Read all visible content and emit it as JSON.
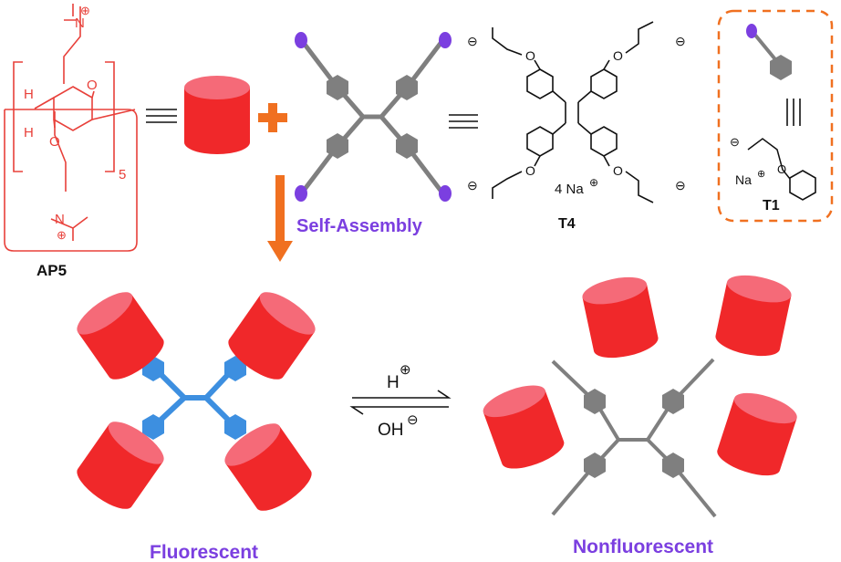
{
  "molecules": {
    "host_label": "AP5",
    "guest_label": "T4",
    "model_label": "T1",
    "host_repeat": "5",
    "host_atoms": {
      "h1": "H",
      "h2": "H",
      "o1": "O",
      "o2": "O",
      "n_top": "N",
      "n_bottom": "N",
      "charge_top": "⊕",
      "charge_bottom": "⊕"
    },
    "t4_counterion": "4 Na",
    "t4_counterion_charge": "⊕",
    "t4_oxygen": "O",
    "t4_carboxylate_charge": "⊖",
    "t1_counterion": "Na",
    "t1_counterion_charge": "⊕",
    "t1_oxygen": "O",
    "t1_carboxylate_charge": "⊖"
  },
  "steps": {
    "self_assembly": "Self-Assembly",
    "acid": "H",
    "acid_charge": "⊕",
    "base": "OH",
    "base_charge": "⊖"
  },
  "states": {
    "left": "Fluorescent",
    "right": "Nonfluorescent"
  },
  "colors": {
    "host_red": "#f0282a",
    "host_top": "#f56a78",
    "structure_red": "#e8403a",
    "tpe_gray": "#7f7f7f",
    "tpe_fluorescent_blue": "#3d8fe0",
    "terminal_purple": "#7b3fe0",
    "arrow_orange": "#f07020",
    "box_orange": "#f07020"
  }
}
